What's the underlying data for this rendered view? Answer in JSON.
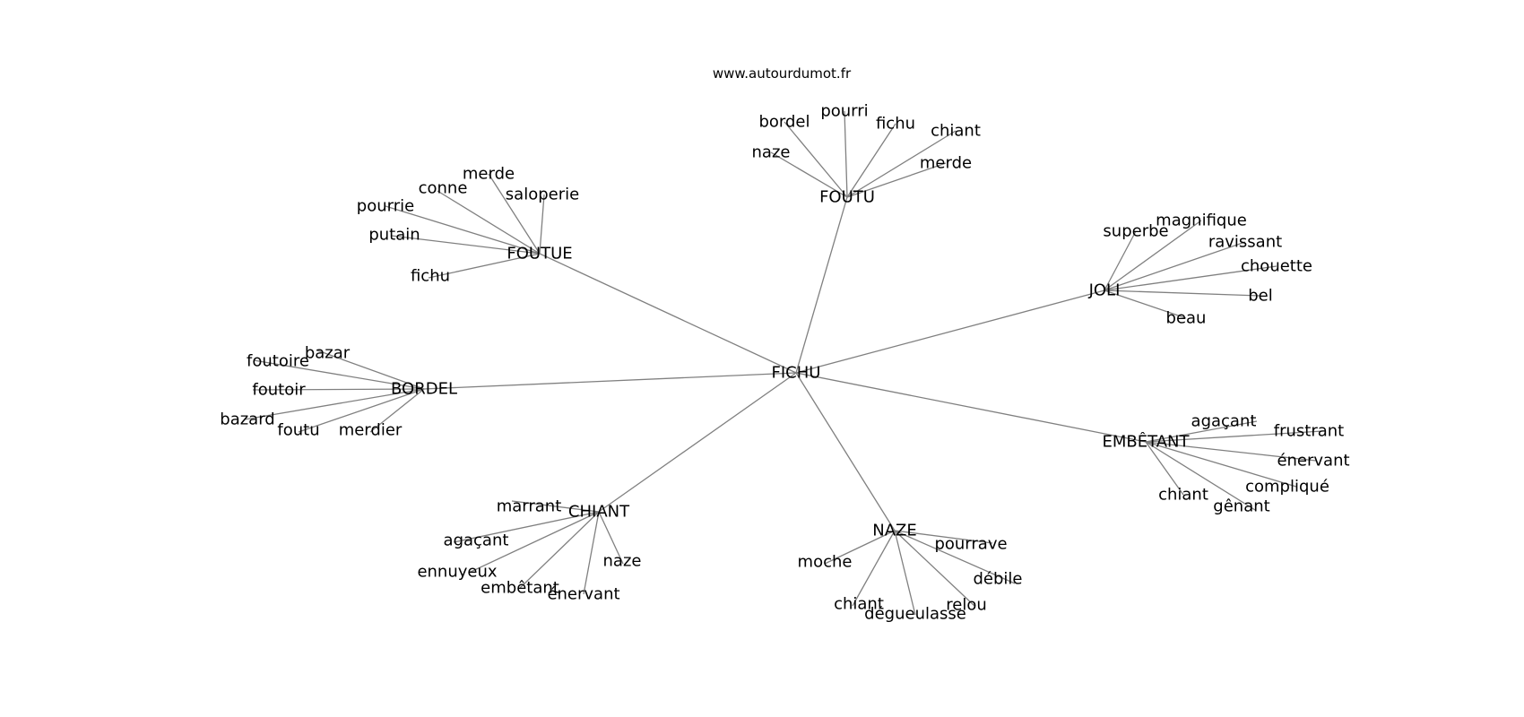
{
  "site": "www.autourdumot.fr",
  "center": "FICHU",
  "clusters": [
    {
      "id": "foutu",
      "word": "FOUTU",
      "leaves": [
        "naze",
        "bordel",
        "pourri",
        "fichu",
        "chiant",
        "merde"
      ]
    },
    {
      "id": "joli",
      "word": "JOLI",
      "leaves": [
        "superbe",
        "magnifique",
        "ravissant",
        "chouette",
        "bel",
        "beau"
      ]
    },
    {
      "id": "embetant",
      "word": "EMBÊTANT",
      "leaves": [
        "agaçant",
        "frustrant",
        "énervant",
        "compliqué",
        "gênant",
        "chiant"
      ]
    },
    {
      "id": "naze",
      "word": "NAZE",
      "leaves": [
        "pourrave",
        "débile",
        "relou",
        "dégueulasse",
        "chiant",
        "moche"
      ]
    },
    {
      "id": "chiant",
      "word": "CHIANT",
      "leaves": [
        "marrant",
        "agaçant",
        "ennuyeux",
        "embêtant",
        "énervant",
        "naze"
      ]
    },
    {
      "id": "bordel",
      "word": "BORDEL",
      "leaves": [
        "bazar",
        "foutoire",
        "foutoir",
        "bazard",
        "foutu",
        "merdier"
      ]
    },
    {
      "id": "foutue",
      "word": "FOUTUE",
      "leaves": [
        "merde",
        "saloperie",
        "conne",
        "pourrie",
        "putain",
        "fichu"
      ]
    }
  ]
}
